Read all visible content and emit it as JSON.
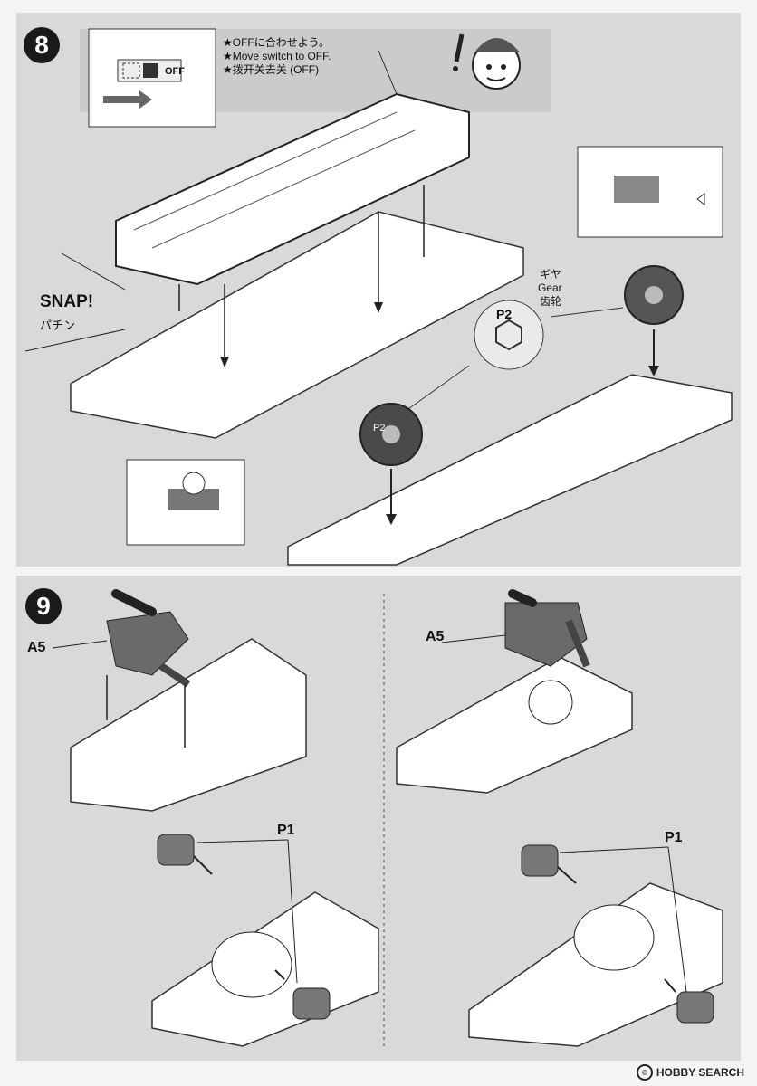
{
  "step8": {
    "number": "8",
    "switch_note_ja": "★OFFに合わせよう。",
    "switch_note_en": "★Move switch to OFF.",
    "switch_note_zh": "★拨开关去关 (OFF)",
    "switch_label": "OFF",
    "snap_en": "SNAP!",
    "snap_ja": "パチン",
    "gear_ja": "ギヤ",
    "gear_en": "Gear",
    "gear_zh": "齿轮",
    "part_code": "P2",
    "gear_part_code": "P2"
  },
  "step9": {
    "number": "9",
    "part_a5_left": "A5",
    "part_a5_right": "A5",
    "part_p1_left": "P1",
    "part_p1_right": "P1"
  },
  "footer": {
    "watermark": "HOBBY SEARCH"
  },
  "colors": {
    "panel": "#d9d9d9",
    "ink": "#1a1a1a",
    "part_gray": "#7a7a7a"
  }
}
